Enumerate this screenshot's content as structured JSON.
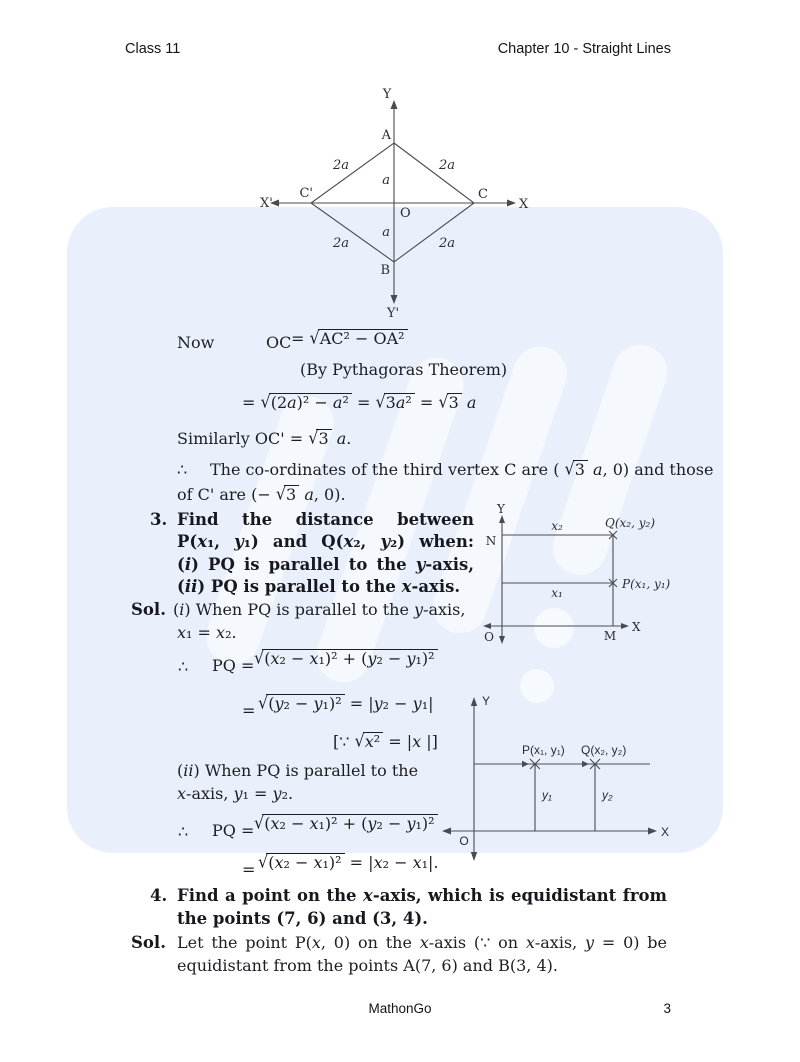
{
  "colors": {
    "panel_bg": "#e9f0fb",
    "text": "#1d1e22",
    "diagram_stroke": "#4a4b52"
  },
  "header": {
    "left": "Class 11",
    "right": "Chapter 10 - Straight Lines"
  },
  "footer": {
    "brand": "MathonGo",
    "page": "3"
  },
  "top_diagram": {
    "labels": {
      "y": "Y",
      "y2": "Y'",
      "x": "X",
      "x2": "X'",
      "a_vertex": "A",
      "b_vertex": "B",
      "c_vertex": "C",
      "c2_vertex": "C'",
      "origin": "O",
      "side_ul": "2a",
      "side_ur": "2a",
      "side_ll": "2a",
      "side_lr": "2a",
      "oa": "a",
      "ob": "a"
    }
  },
  "solution2": {
    "now_label": "Now",
    "oc_lhs": "OC",
    "oc_rhs": "= √[AC² − OA²]",
    "pythagoras_note": "(By Pythagoras Theorem)",
    "oc_step2": "= √[(2*a*)² − *a*²]  =  √[3*a*²]  =  √[3] *a*",
    "similarly": "Similarly OC' = √[3] *a*.",
    "therefore": "∴",
    "conclusion_line1": "The co-ordinates of the third vertex C are ( √[3] *a*, 0) and those",
    "conclusion_line2": "of C' are (− √[3] *a*, 0)."
  },
  "problem3": {
    "number": "3.",
    "statement_lines": [
      "Find the distance between",
      "P(*x*₁, *y*₁) and Q(*x*₂, *y*₂) when:",
      "(*i*) PQ is parallel to the *y*-axis,",
      "(*ii*) PQ is parallel to the *x*-axis."
    ],
    "sol_label": "Sol.",
    "sol_line1": "(*i*) When PQ is parallel to the *y*-axis,",
    "sol_line2": "*x*₁ = *x*₂.",
    "therefore": "∴",
    "pq_lhs": "PQ =",
    "pq_expr": "√[(*x*₂ − *x*₁)² + (*y*₂ − *y*₁)²]",
    "eq_sign": "=",
    "step2": "√[(*y*₂ − *y*₁)²]  = |*y*₂ − *y*₁|",
    "note": "[∵   √[*x*²]  = |*x* |]",
    "part2_line1": "(*ii*) When PQ is parallel to the",
    "part2_line2": "*x*-axis, *y*₁ = *y*₂.",
    "therefore2": "∴",
    "pq2_lhs": "PQ =",
    "pq2_expr": "√[(*x*₂ − *x*₁)² + (*y*₂ − *y*₁)²]",
    "eq_sign2": "=",
    "step4": "√[(*x*₂ − *x*₁)²]  = |*x*₂ − *x*₁|."
  },
  "diagram1": {
    "labels": {
      "y": "Y",
      "n": "N",
      "x2_len": "x₂",
      "q_point": "Q(x₂, y₂)",
      "x1_len": "x₁",
      "p_point": "P(x₁, y₁)",
      "o": "O",
      "m": "M",
      "x": "X"
    }
  },
  "diagram2": {
    "labels": {
      "y": "Y",
      "p_point": "P(x₁, y₁)",
      "q_point": "Q(x₂, y₂)",
      "y1_len": "y₁",
      "y2_len": "y₂",
      "o": "O",
      "x": "X"
    }
  },
  "problem4": {
    "number": "4.",
    "statement_lines": [
      "Find a point on the *x*-axis, which is equidistant from",
      "the points (7, 6) and (3, 4)."
    ],
    "sol_label": "Sol.",
    "sol_lines": [
      "Let the point P(*x*, 0) on the *x*-axis (∵  on *x*-axis, *y* = 0) be",
      "equidistant from the points A(7, 6) and B(3, 4)."
    ]
  }
}
